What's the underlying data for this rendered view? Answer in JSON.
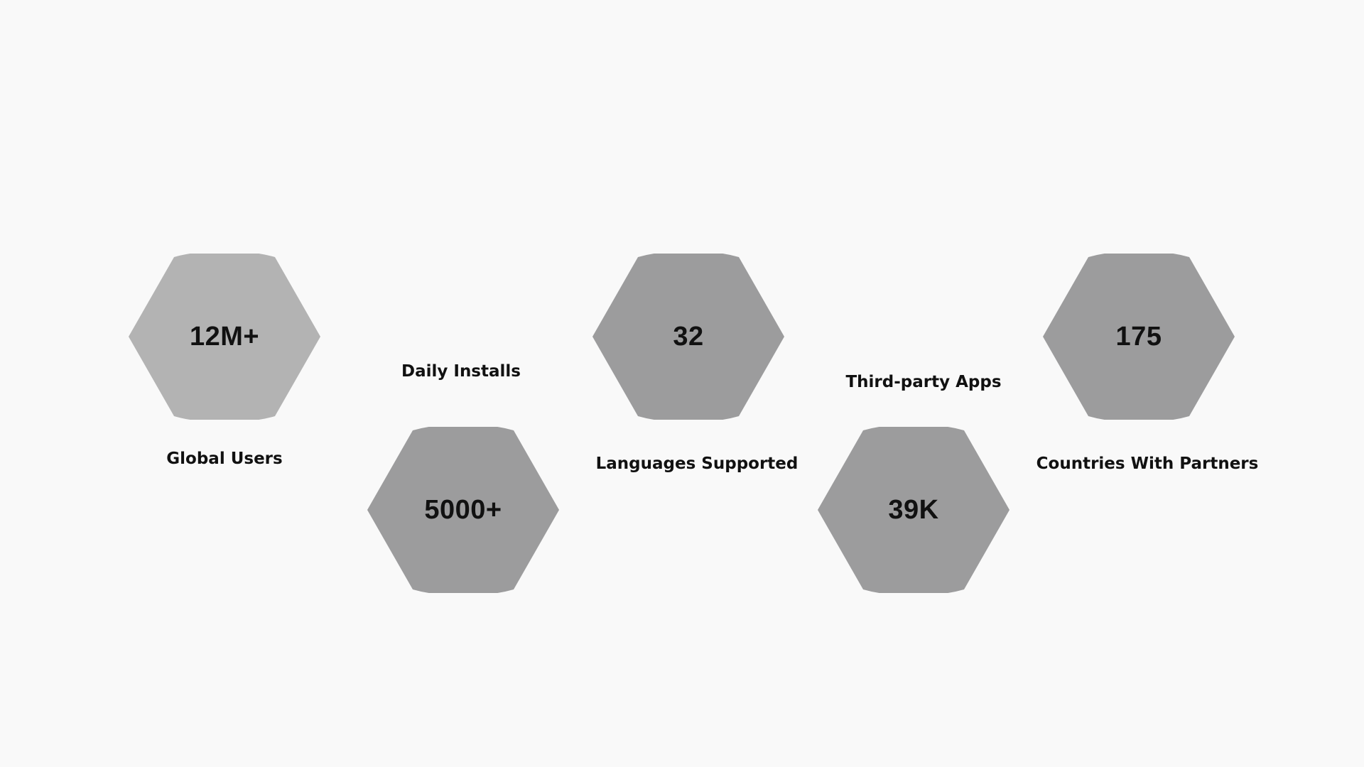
{
  "stats": [
    {
      "value": "12M+",
      "label": "Global Users",
      "fill": "#b3b3b3"
    },
    {
      "value": "5000+",
      "label": "Daily Installs",
      "fill": "#9c9c9d"
    },
    {
      "value": "32",
      "label": "Languages Supported",
      "fill": "#9c9c9d"
    },
    {
      "value": "39K",
      "label": "Third-party Apps",
      "fill": "#9c9c9d"
    },
    {
      "value": "175",
      "label": "Countries With Partners",
      "fill": "#9c9c9d"
    }
  ]
}
